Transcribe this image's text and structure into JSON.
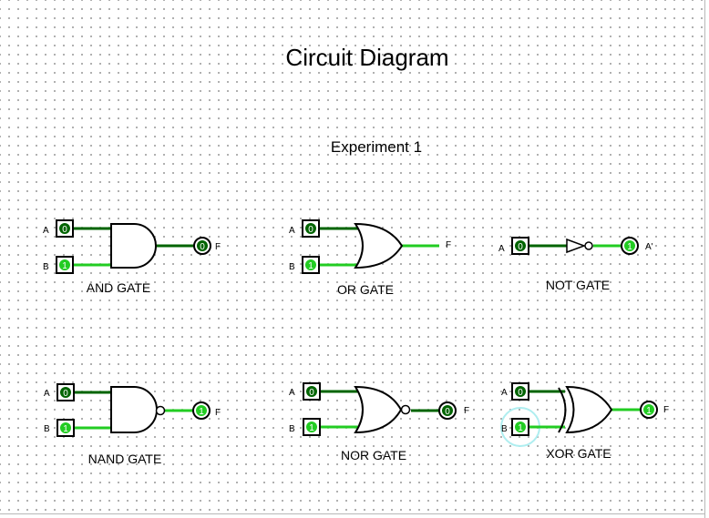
{
  "title": "Circuit Diagram",
  "subtitle": "Experiment 1",
  "colors": {
    "wire_low": "#006400",
    "wire_high": "#22cc22",
    "pin_low": "#006400",
    "pin_high": "#22cc22",
    "gate_stroke": "#000000",
    "selection": "#aeeef0"
  },
  "circuits": [
    {
      "id": "and",
      "name": "AND GATE",
      "inputs": [
        {
          "label": "A",
          "value": "0"
        },
        {
          "label": "B",
          "value": "1"
        }
      ],
      "output": {
        "label": "F",
        "value": "0"
      }
    },
    {
      "id": "or",
      "name": "OR GATE",
      "inputs": [
        {
          "label": "A",
          "value": "0"
        },
        {
          "label": "B",
          "value": "1"
        }
      ],
      "output": {
        "label": "F"
      }
    },
    {
      "id": "not",
      "name": "NOT GATE",
      "inputs": [
        {
          "label": "A",
          "value": "0"
        }
      ],
      "output": {
        "label": "A'",
        "value": "1"
      }
    },
    {
      "id": "nand",
      "name": "NAND GATE",
      "inputs": [
        {
          "label": "A",
          "value": "0"
        },
        {
          "label": "B",
          "value": "1"
        }
      ],
      "output": {
        "label": "F",
        "value": "1"
      }
    },
    {
      "id": "nor",
      "name": "NOR GATE",
      "inputs": [
        {
          "label": "A",
          "value": "0"
        },
        {
          "label": "B",
          "value": "1"
        }
      ],
      "output": {
        "label": "F",
        "value": "0"
      }
    },
    {
      "id": "xor",
      "name": "XOR GATE",
      "inputs": [
        {
          "label": "A",
          "value": "0"
        },
        {
          "label": "B",
          "value": "1"
        }
      ],
      "output": {
        "label": "F",
        "value": "1"
      }
    }
  ]
}
